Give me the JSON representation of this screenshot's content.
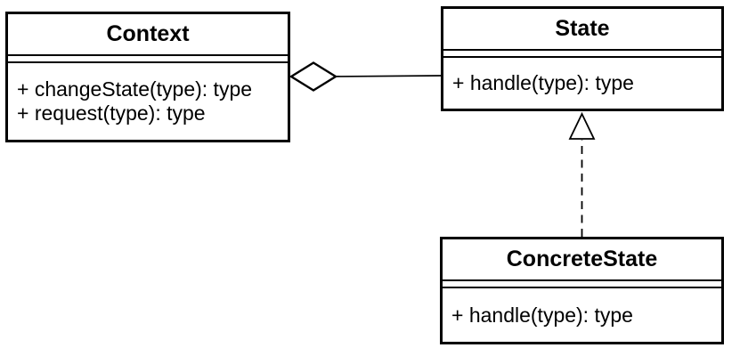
{
  "diagram": {
    "kind": "uml-class-diagram",
    "colors": {
      "stroke": "#000000",
      "background": "#ffffff",
      "text": "#000000"
    },
    "classes": [
      {
        "name": "Context",
        "attributes": [],
        "methods": [
          "+ changeState(type): type",
          "+ request(type): type"
        ]
      },
      {
        "name": "State",
        "attributes": [],
        "methods": [
          "+ handle(type): type"
        ]
      },
      {
        "name": "ConcreteState",
        "attributes": [],
        "methods": [
          "+ handle(type): type"
        ]
      }
    ],
    "relationships": [
      {
        "type": "aggregation",
        "from": "Context",
        "to": "State",
        "line_style": "solid",
        "marker": "hollow-diamond"
      },
      {
        "type": "generalization",
        "from": "ConcreteState",
        "to": "State",
        "line_style": "dashed",
        "marker": "hollow-triangle"
      }
    ]
  }
}
